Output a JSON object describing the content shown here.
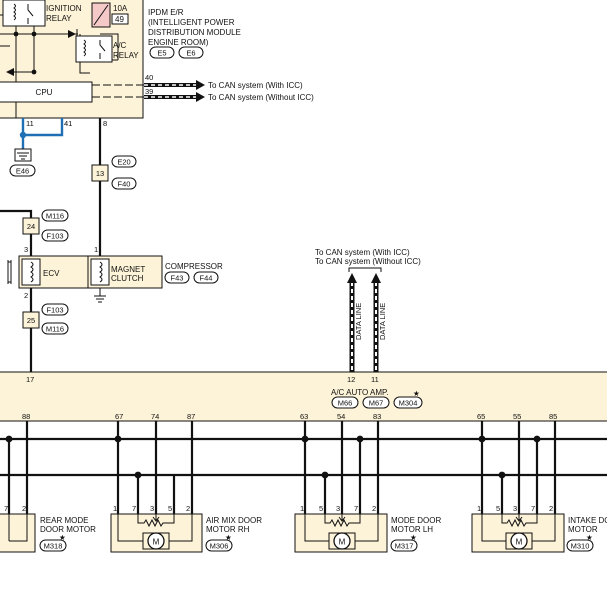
{
  "colors": {
    "module_fill": "#fdf3d8",
    "ground_wire": "#1f6fb4",
    "fuse_fill": "#f6c9c9",
    "line": "#111111"
  },
  "ipdm": {
    "ignition_relay": [
      "IGNITION",
      "RELAY"
    ],
    "fuse_rating": "10A",
    "fuse_number": "49",
    "title_lines": [
      "IPDM E/R",
      "(INTELLIGENT POWER",
      "DISTRIBUTION MODULE",
      "ENGINE ROOM)"
    ],
    "connectors": [
      "E5",
      "E6"
    ],
    "ac_relay": [
      "A/C",
      "RELAY"
    ],
    "cpu": "CPU",
    "pins": {
      "can_icc": "40",
      "can_no_icc": "39",
      "ground_a": "11",
      "ground_b": "41",
      "out": "8"
    },
    "can_icc_label": "To CAN system (With ICC)",
    "can_no_icc_label": "To CAN system (Without ICC)"
  },
  "ground_connector": "E46",
  "inline_connector_e20": {
    "pin": "13",
    "top": "E20",
    "bottom": "F40"
  },
  "inline_connector_m116": {
    "pin": "24",
    "top": "M116",
    "bottom": "F103"
  },
  "inline_connector_f103": {
    "pin": "25",
    "top": "F103",
    "bottom": "M116"
  },
  "ecv": {
    "label": "ECV",
    "pin_top": "3",
    "pin_bottom": "2"
  },
  "compressor": {
    "pin": "1",
    "clutch_label": [
      "MAGNET",
      "CLUTCH"
    ],
    "title": "COMPRESSOR",
    "connectors": [
      "F43",
      "F44"
    ]
  },
  "can_top": {
    "icc_label": "To CAN system (With ICC)",
    "no_icc_label": "To CAN system (Without ICC)",
    "line_labels": [
      "DATA LINE",
      "DATA LINE"
    ]
  },
  "amp": {
    "title": "A/C AUTO AMP.",
    "connectors": [
      "M66",
      "M67",
      "M304"
    ],
    "star": "★",
    "pins": {
      "left": "17",
      "can_a": "12",
      "can_b": "11",
      "rear_mode": "88",
      "air_mix": [
        "67",
        "74",
        "87"
      ],
      "mode_door": [
        "63",
        "54",
        "83"
      ],
      "intake": [
        "65",
        "55",
        "85"
      ]
    }
  },
  "motors": [
    {
      "name_lines": [
        "REAR MODE",
        "DOOR MOTOR"
      ],
      "connector": "M318",
      "pins": [
        "7",
        "2"
      ]
    },
    {
      "name_lines": [
        "AIR MIX DOOR",
        "MOTOR RH"
      ],
      "connector": "M306",
      "pins": [
        "1",
        "7",
        "3",
        "5",
        "2"
      ]
    },
    {
      "name_lines": [
        "MODE DOOR",
        "MOTOR LH"
      ],
      "connector": "M317",
      "pins": [
        "1",
        "5",
        "3",
        "7",
        "2"
      ]
    },
    {
      "name_lines": [
        "INTAKE DO",
        "MOTOR"
      ],
      "connector": "M310",
      "pins": [
        "1",
        "5",
        "3",
        "7",
        "2"
      ]
    }
  ],
  "motor_symbol": "M"
}
